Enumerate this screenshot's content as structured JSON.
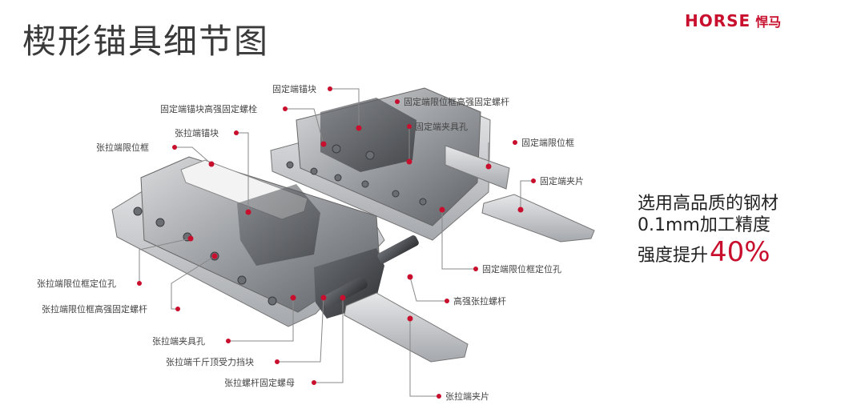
{
  "title": "楔形锚具细节图",
  "brand": {
    "mark": "HORSE",
    "name": "悍马",
    "color": "#c8102e"
  },
  "features": {
    "line1": "选用高品质的钢材",
    "line2": "0.1mm加工精度",
    "line3_prefix": "强度提升",
    "line3_value": "40%"
  },
  "labels": {
    "fixed_anchor_block": "固定端锚块",
    "fixed_limit_frame_bolt": "固定端限位框高强固定螺杆",
    "fixed_anchor_bolt": "固定端锚块高强固定螺栓",
    "fixed_clamp_hole": "固定端夹具孔",
    "tension_anchor_block": "张拉端锚块",
    "fixed_limit_frame": "固定端限位框",
    "tension_limit_frame": "张拉端限位框",
    "fixed_clamp_plate": "固定端夹片",
    "fixed_limit_frame_hole": "固定端限位框定位孔",
    "tension_limit_frame_hole": "张拉端限位框定位孔",
    "tension_screw": "高强张拉螺杆",
    "tension_limit_frame_bolt": "张拉端限位框高强固定螺杆",
    "tension_clamp_hole": "张拉端夹具孔",
    "tension_jack_block": "张拉端千斤顶受力挡块",
    "tension_nut": "张拉螺杆固定螺母",
    "tension_clamp_plate": "张拉端夹片"
  }
}
